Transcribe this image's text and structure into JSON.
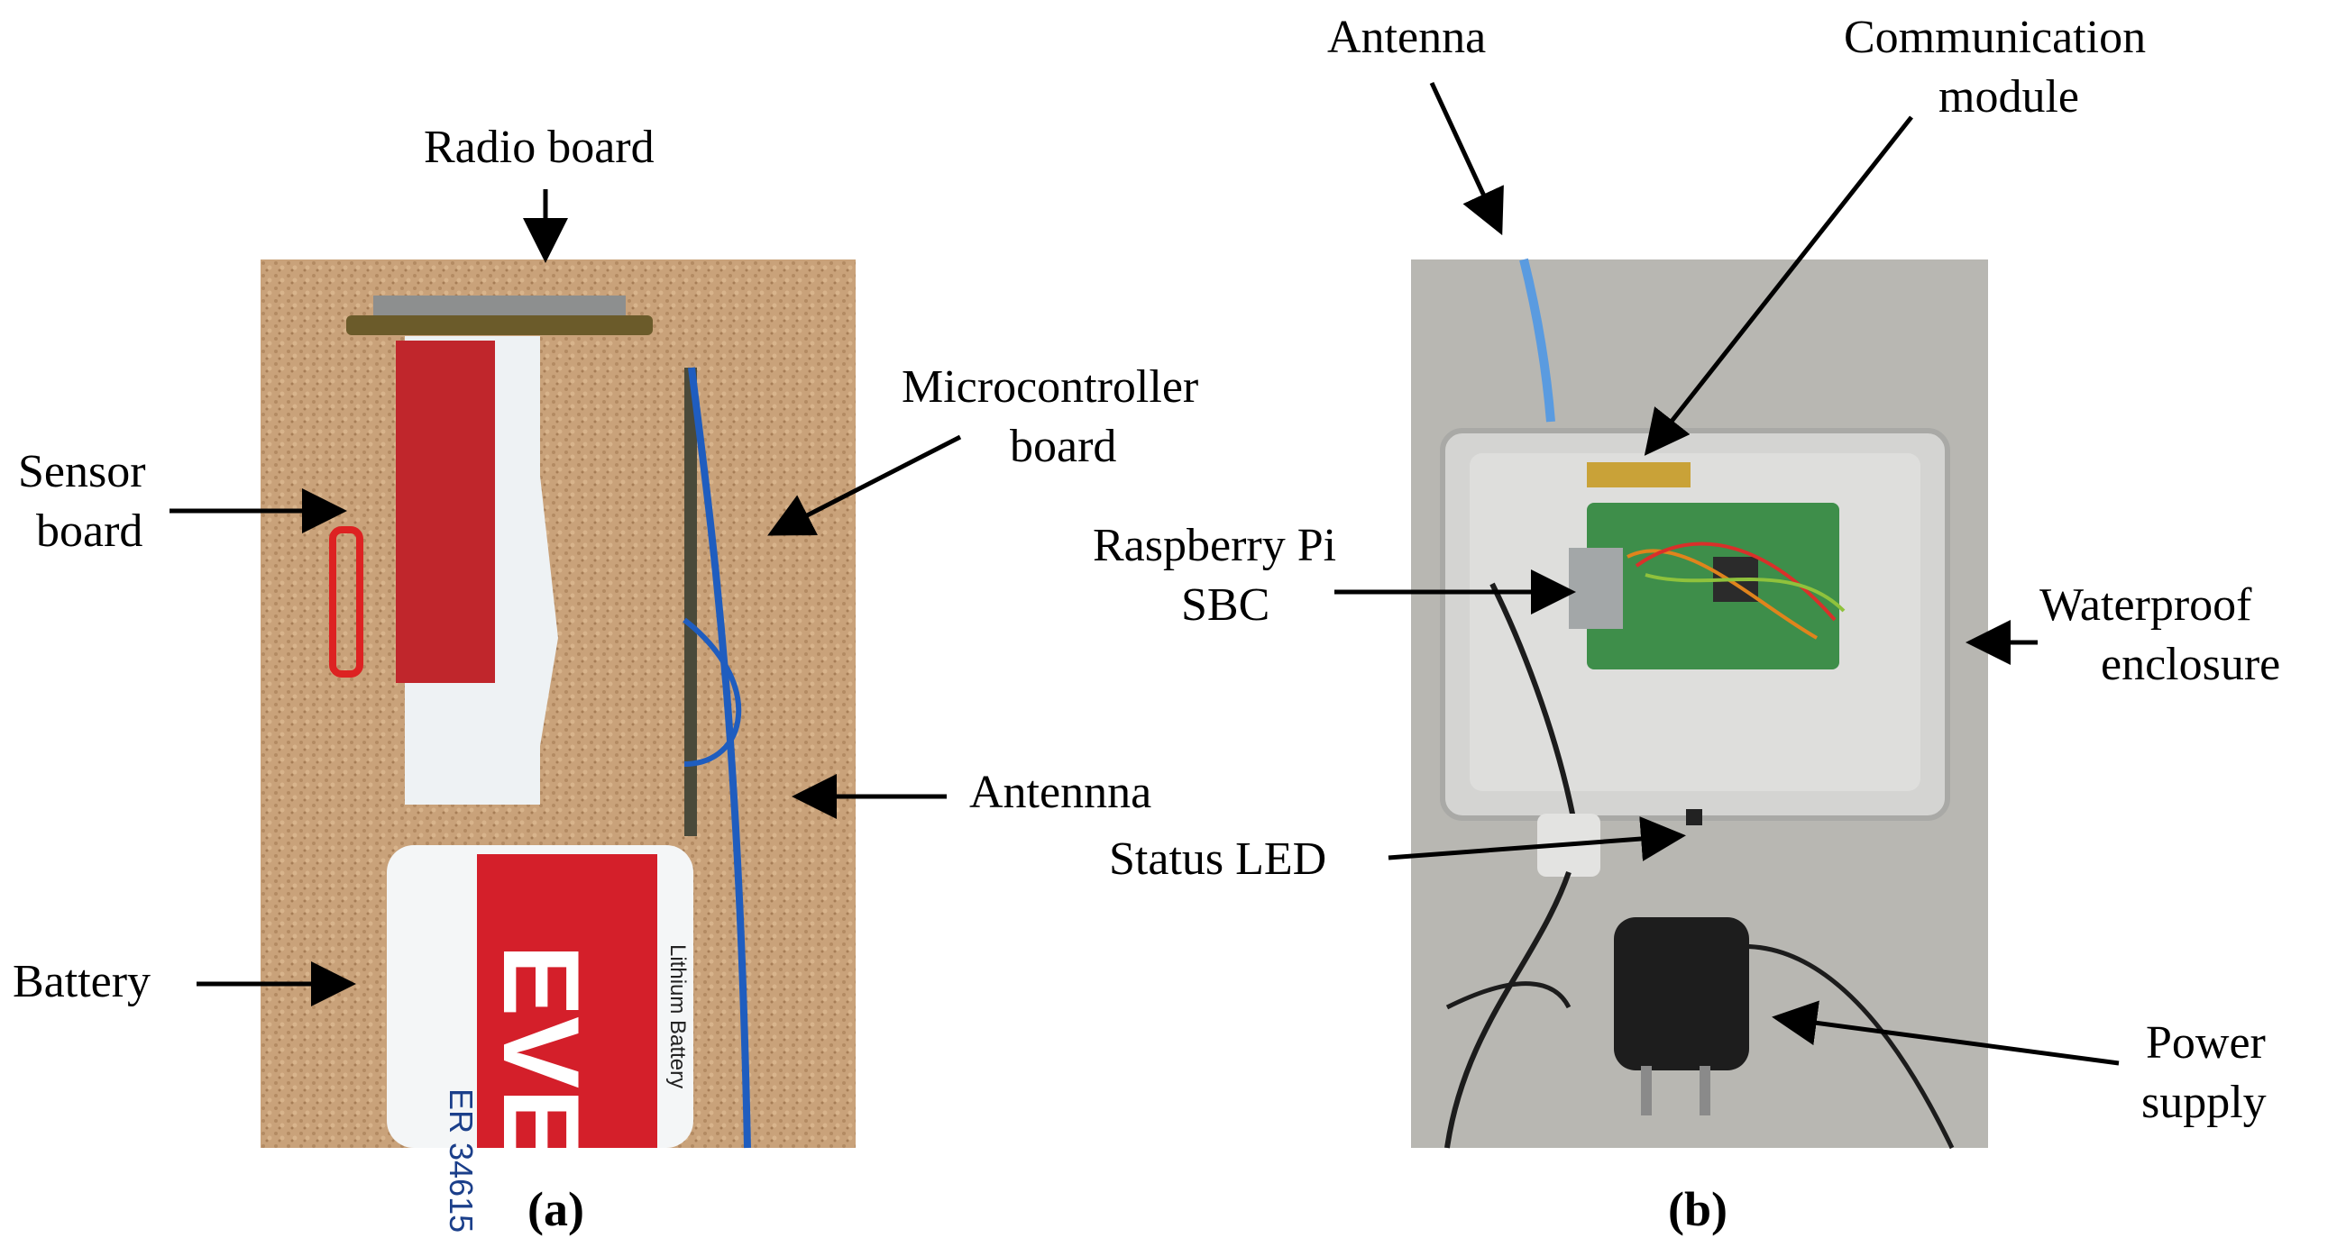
{
  "figure": {
    "panel_a": {
      "caption": "(a)",
      "labels": {
        "radio_board": "Radio board",
        "sensor_board_line1": "Sensor",
        "sensor_board_line2": "board",
        "microcontroller_line1": "Microcontroller",
        "microcontroller_line2": "board",
        "antenna": "Antennna",
        "battery": "Battery"
      },
      "photo_text": {
        "battery_model": "ER 34615",
        "battery_brand": "EVE",
        "battery_type": "Lithium Battery"
      }
    },
    "panel_b": {
      "caption": "(b)",
      "labels": {
        "antenna": "Antenna",
        "comm_line1": "Communication",
        "comm_line2": "module",
        "rpi_line1": "Raspberry Pi",
        "rpi_line2": "SBC",
        "enclosure_line1": "Waterproof",
        "enclosure_line2": "enclosure",
        "status_led": "Status LED",
        "power_line1": "Power",
        "power_line2": "supply"
      }
    }
  }
}
